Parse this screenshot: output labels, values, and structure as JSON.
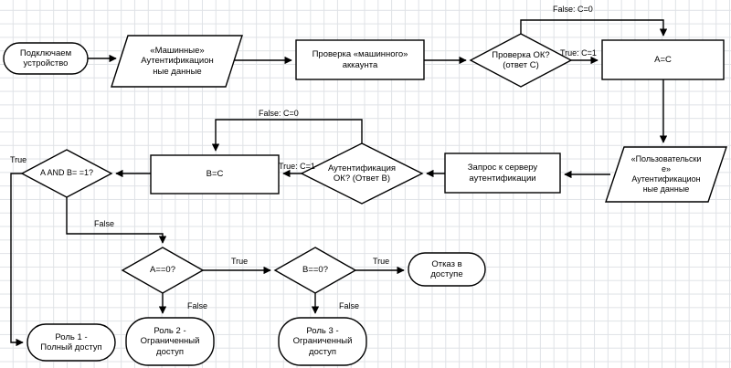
{
  "diagram": {
    "title": "Authentication flowchart",
    "style": {
      "stroke": "#000000",
      "fill": "#ffffff",
      "grid": "#dfe2e6",
      "background": "#ffffff"
    },
    "nodes": [
      {
        "id": "start",
        "type": "terminator",
        "label": "Подключаем\nустройство"
      },
      {
        "id": "machine-data",
        "type": "data",
        "label": "«Машинные»\nАутентификацион\nные данные"
      },
      {
        "id": "check-account",
        "type": "process",
        "label": "Проверка «машинного»\nаккаунта"
      },
      {
        "id": "check-ok-c",
        "type": "decision",
        "label": "Проверка ОК?\n(ответ C)"
      },
      {
        "id": "a-eq-c",
        "type": "process",
        "label": "A=C"
      },
      {
        "id": "user-data",
        "type": "data",
        "label": "«Пользовательски\nе»\nАутентификацион\nные данные"
      },
      {
        "id": "auth-request",
        "type": "process",
        "label": "Запрос к серверу\nаутентификации"
      },
      {
        "id": "auth-ok-b",
        "type": "decision",
        "label": "Аутентификация\nОК? (Ответ B)"
      },
      {
        "id": "b-eq-c",
        "type": "process",
        "label": "B=C"
      },
      {
        "id": "a-and-b",
        "type": "decision",
        "label": "A AND B= =1?"
      },
      {
        "id": "a-eq-0",
        "type": "decision",
        "label": "A==0?"
      },
      {
        "id": "b-eq-0",
        "type": "decision",
        "label": "B==0?"
      },
      {
        "id": "deny",
        "type": "terminator",
        "label": "Отказ в\nдоступе"
      },
      {
        "id": "role1",
        "type": "terminator",
        "label": "Роль 1 -\nПолный доступ"
      },
      {
        "id": "role2",
        "type": "terminator",
        "label": "Роль 2 -\nОграниченный\nдоступ"
      },
      {
        "id": "role3",
        "type": "terminator",
        "label": "Роль 3 -\nОграниченный\nдоступ"
      }
    ],
    "edge_labels": [
      {
        "id": "false-c0-top",
        "text": "False: C=0"
      },
      {
        "id": "true-c1-top",
        "text": "True: C=1"
      },
      {
        "id": "false-c0-mid",
        "text": "False: C=0"
      },
      {
        "id": "true-c1-mid",
        "text": "True: C=1"
      },
      {
        "id": "true-and",
        "text": "True"
      },
      {
        "id": "false-and",
        "text": "False"
      },
      {
        "id": "true-a0",
        "text": "True"
      },
      {
        "id": "false-a0",
        "text": "False"
      },
      {
        "id": "true-b0",
        "text": "True"
      },
      {
        "id": "false-b0",
        "text": "False"
      }
    ]
  }
}
